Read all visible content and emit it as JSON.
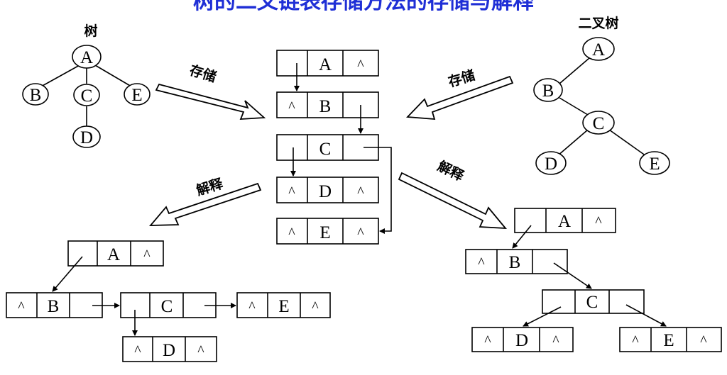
{
  "header": {
    "text": "树的二叉链表存储方法的存储与解释",
    "color": "#1f2fd6"
  },
  "labels": {
    "tree": "树",
    "binary_tree": "二叉树",
    "store_left": "存储",
    "store_right": "存储",
    "interp_left": "解释",
    "interp_right": "解释"
  },
  "tree_nodes": {
    "a": "A",
    "b": "B",
    "c": "C",
    "d": "D",
    "e": "E"
  },
  "bintree_nodes": {
    "a": "A",
    "b": "B",
    "c": "C",
    "d": "D",
    "e": "E"
  },
  "null_symbol": "^",
  "storage": [
    {
      "left": "",
      "data": "A",
      "right": "^"
    },
    {
      "left": "^",
      "data": "B",
      "right": ""
    },
    {
      "left": "",
      "data": "C",
      "right": ""
    },
    {
      "left": "^",
      "data": "D",
      "right": "^"
    },
    {
      "left": "^",
      "data": "E",
      "right": "^"
    }
  ],
  "interp_tree": {
    "a": {
      "left": "",
      "data": "A",
      "right": "^"
    },
    "b": {
      "left": "^",
      "data": "B",
      "right": ""
    },
    "c": {
      "left": "",
      "data": "C",
      "right": ""
    },
    "d": {
      "left": "^",
      "data": "D",
      "right": "^"
    },
    "e": {
      "left": "^",
      "data": "E",
      "right": "^"
    }
  },
  "interp_bintree": {
    "a": {
      "left": "",
      "data": "A",
      "right": "^"
    },
    "b": {
      "left": "^",
      "data": "B",
      "right": ""
    },
    "c": {
      "left": "",
      "data": "C",
      "right": ""
    },
    "d": {
      "left": "^",
      "data": "D",
      "right": "^"
    },
    "e": {
      "left": "^",
      "data": "E",
      "right": "^"
    }
  }
}
